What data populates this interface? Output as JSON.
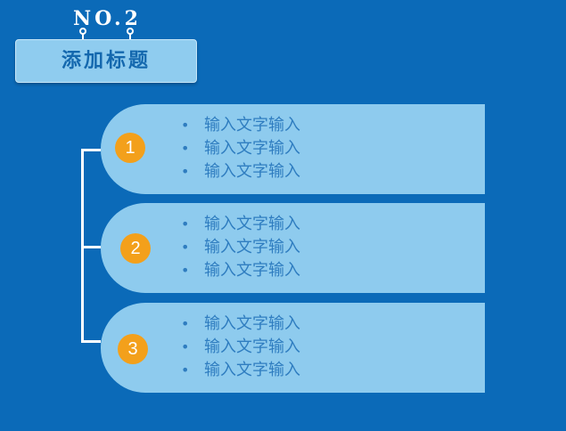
{
  "header": {
    "no_label": "NO.2",
    "title": "添加标题"
  },
  "items": [
    {
      "number": "1",
      "bullets": [
        "输入文字输入",
        "输入文字输入",
        "输入文字输入"
      ]
    },
    {
      "number": "2",
      "bullets": [
        "输入文字输入",
        "输入文字输入",
        "输入文字输入"
      ]
    },
    {
      "number": "3",
      "bullets": [
        "输入文字输入",
        "输入文字输入",
        "输入文字输入"
      ]
    }
  ],
  "colors": {
    "background": "#0b6ab8",
    "card": "#8ecbee",
    "accent": "#f3a01b",
    "text": "#2f7dc0",
    "title_text": "#1468ae"
  }
}
